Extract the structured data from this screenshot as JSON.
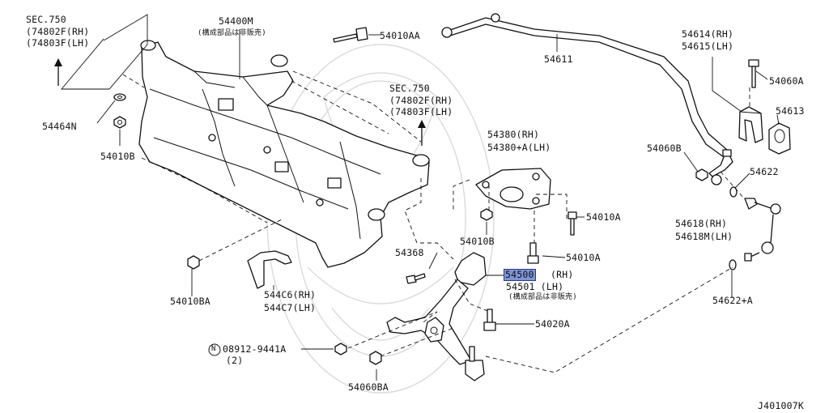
{
  "drawing_code": "J401007K",
  "labels": {
    "sec750_a": "SEC.750",
    "ref_74802f_a": "(74802F(RH)",
    "ref_74803f_a": "(74803F(LH)",
    "p54400m": "54400M",
    "not_sold_a": "(構成部品は非販売)",
    "p54010aa": "54010AA",
    "p54464n": "54464N",
    "p54010b_left": "54010B",
    "sec750_b": "SEC.750",
    "ref_74802f_b": "(74802F(RH)",
    "ref_74803f_b": "(74803F(LH)",
    "p54611": "54611",
    "p54614": "54614(RH)",
    "p54615": "54615(LH)",
    "p54060a": "54060A",
    "p54613": "54613",
    "p54380": "54380(RH)",
    "p54380a": "54380+A(LH)",
    "p54060b": "54060B",
    "p54622": "54622",
    "p54010a_1": "54010A",
    "p54010b_mid": "54010B",
    "p54618": "54618(RH)",
    "p54618m": "54618M(LH)",
    "p54368": "54368",
    "p54010a_2": "54010A",
    "p54500_num": "54500",
    "p54500_rh": "(RH)",
    "p54501": "54501 (LH)",
    "not_sold_b": "(構成部品は非販売)",
    "p54622a": "54622+A",
    "p54010ba": "54010BA",
    "p544c6": "544C6(RH)",
    "p544c7": "544C7(LH)",
    "p54020a": "54020A",
    "p08912": "08912-9441A",
    "qty2": "(2)",
    "n_symbol": "N",
    "p54060ba": "54060BA"
  },
  "colors": {
    "line": "#111111",
    "highlight_fill": "#7f95d8",
    "highlight_border": "#2a3a8a",
    "watermark": "#dcdcdc"
  },
  "icons": {
    "arrow_left": "up-arrow-icon",
    "arrow_right": "up-arrow-icon",
    "n_circle": "circle-n-icon"
  }
}
